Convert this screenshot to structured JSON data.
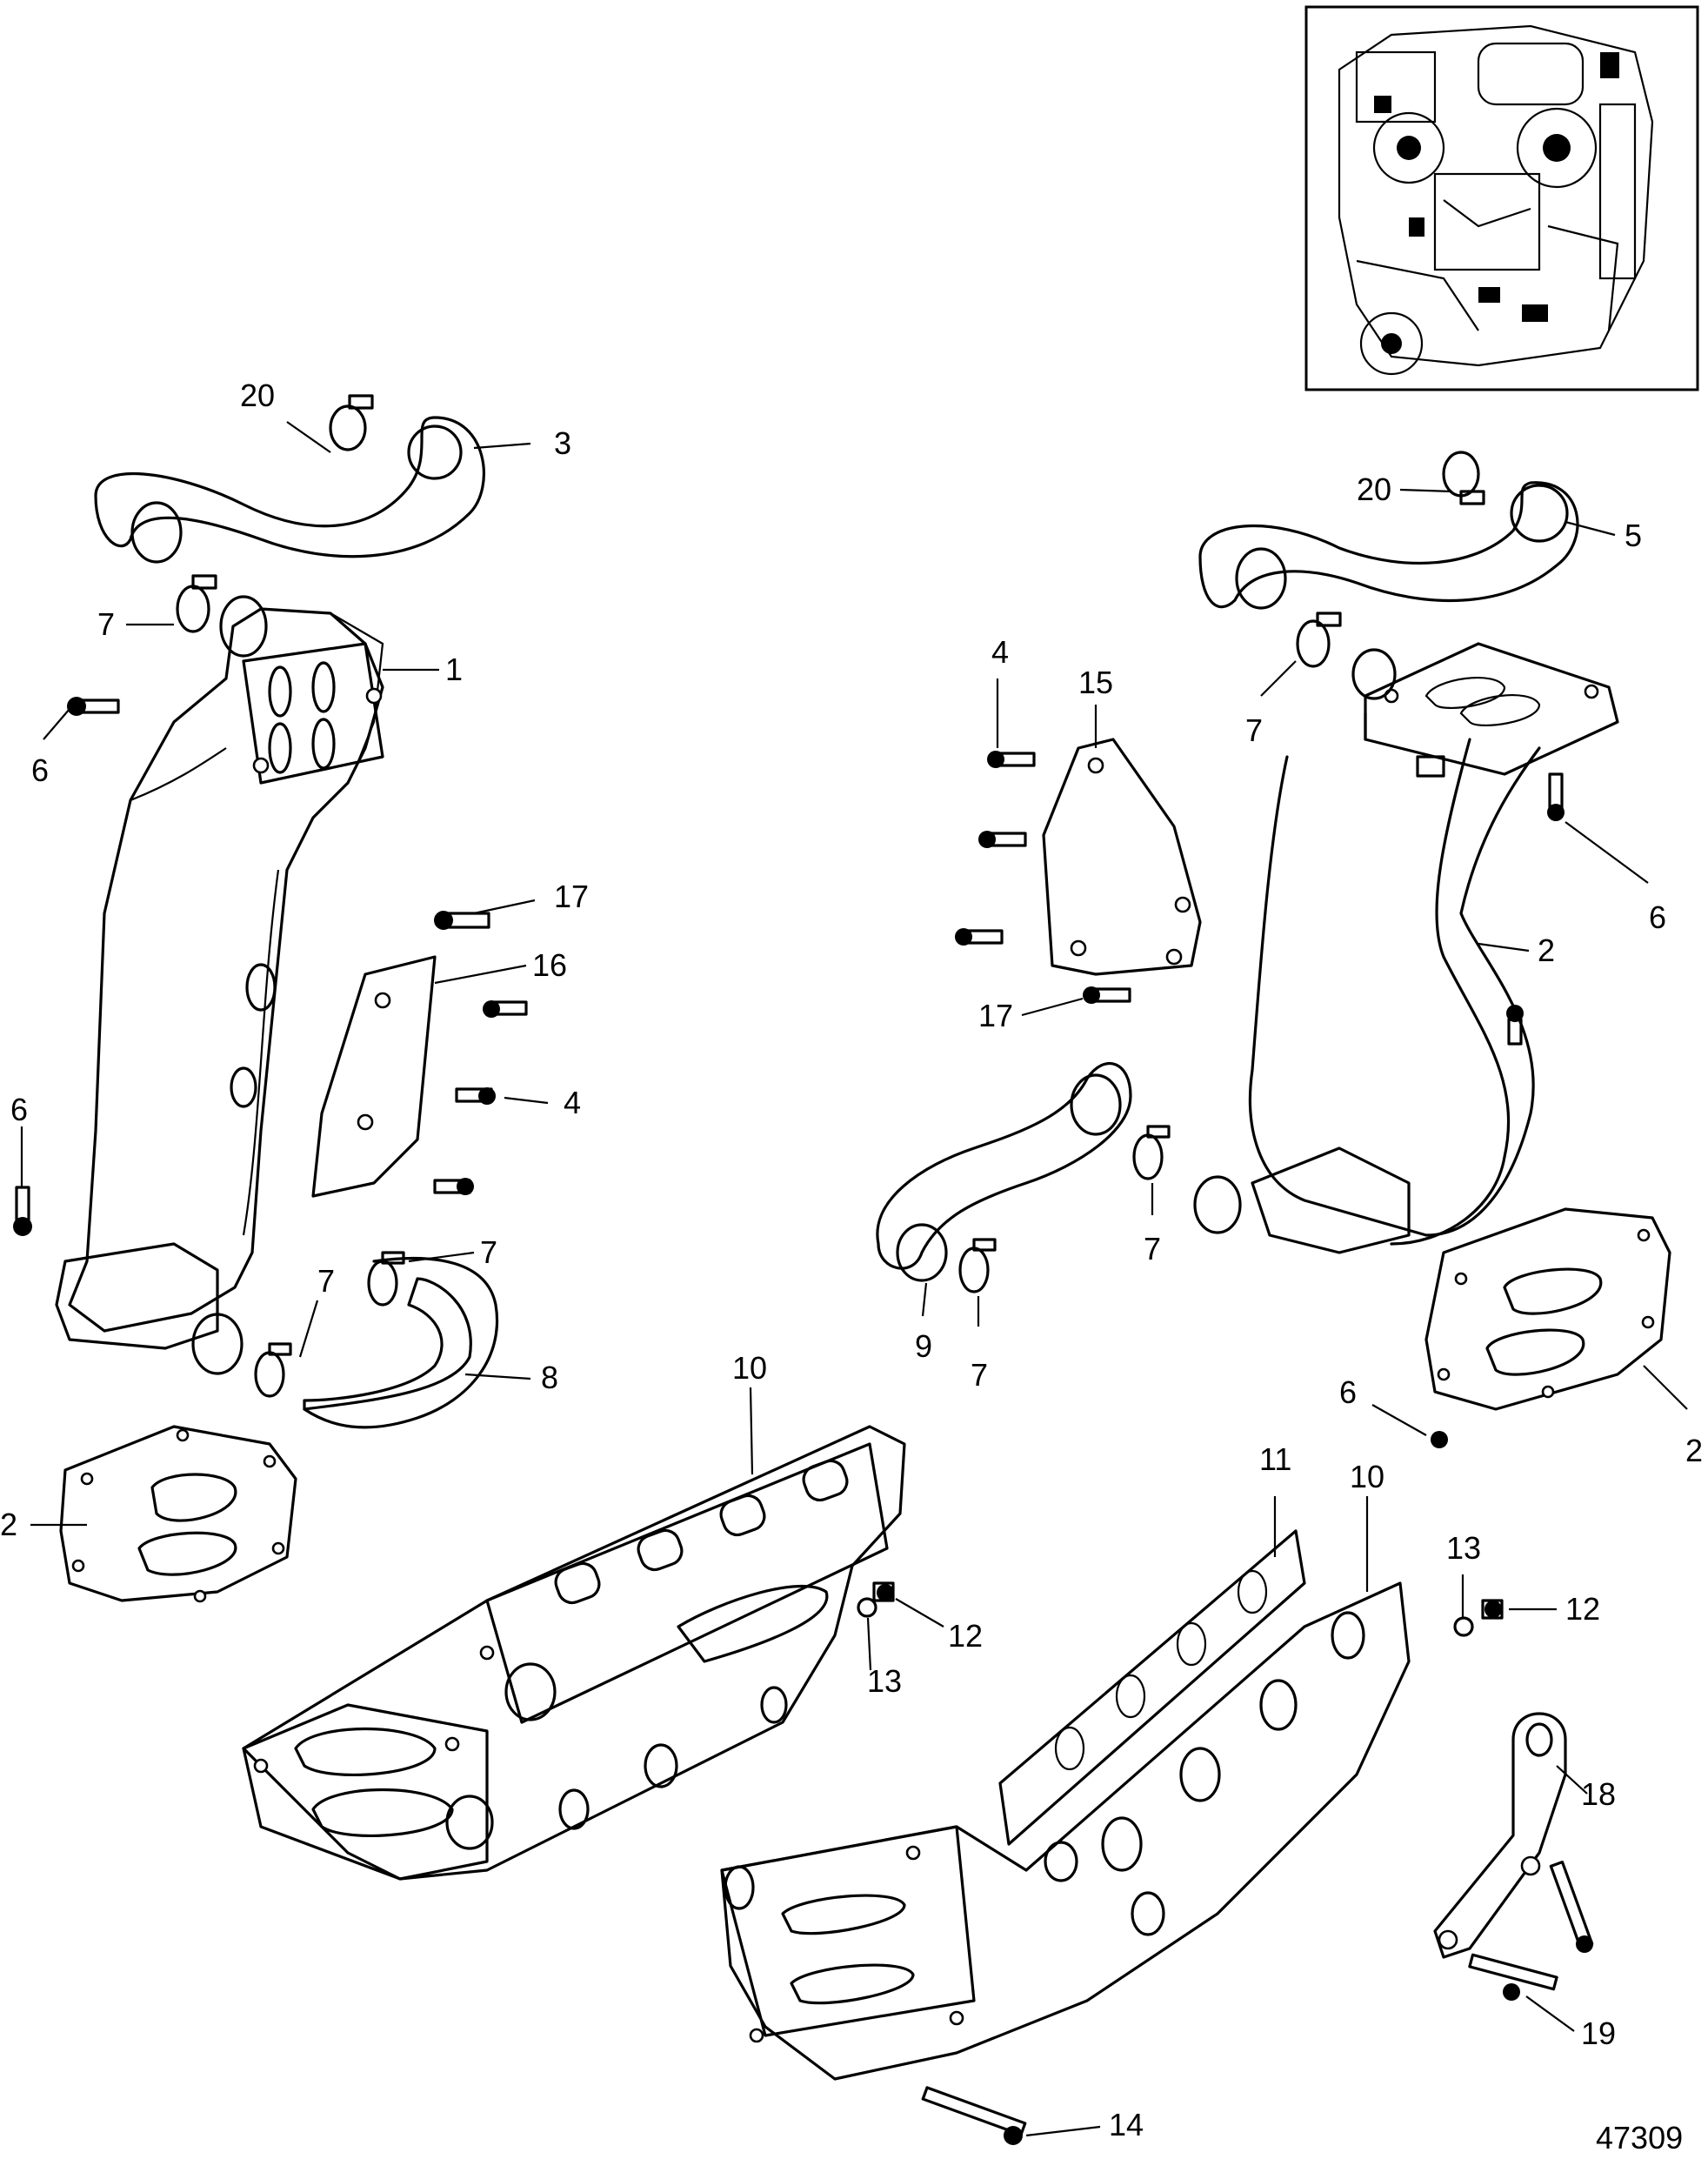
{
  "figure_number": "47309",
  "callouts": {
    "c20a": "20",
    "c3": "3",
    "c7a": "7",
    "c1": "1",
    "c6a": "6",
    "c17a": "17",
    "c16": "16",
    "c4a": "4",
    "c6b": "6",
    "c7b": "7",
    "c7c": "7",
    "c8": "8",
    "c2a": "2",
    "c10a": "10",
    "c12a": "12",
    "c13a": "13",
    "c20b": "20",
    "c5": "5",
    "c4b": "4",
    "c15": "15",
    "c7d": "7",
    "c6c": "6",
    "c2b": "2",
    "c17b": "17",
    "c7e": "7",
    "c9": "9",
    "c7f": "7",
    "c6d": "6",
    "c2c": "2",
    "c11": "11",
    "c10b": "10",
    "c13b": "13",
    "c12b": "12",
    "c18": "18",
    "c19": "19",
    "c14": "14"
  }
}
